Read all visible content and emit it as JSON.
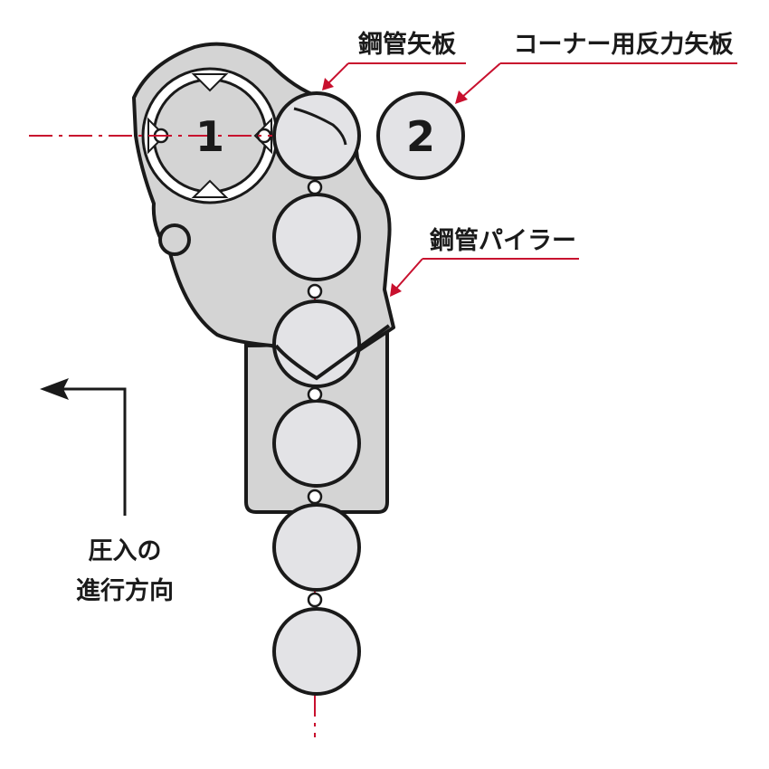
{
  "labels": {
    "steel_sheet_pile": "鋼管矢板",
    "corner_reaction_pile": "コーナー用反力矢板",
    "pipe_piler": "鋼管パイラー",
    "direction_line1": "圧入の",
    "direction_line2": "進行方向"
  },
  "pile_numbers": {
    "first": "1",
    "second": "2"
  },
  "colors": {
    "accent_red": "#c8102e",
    "machine_gray": "#d4d4d4",
    "pile_fill": "#e3e3e6",
    "outline": "#1a1a1a"
  }
}
